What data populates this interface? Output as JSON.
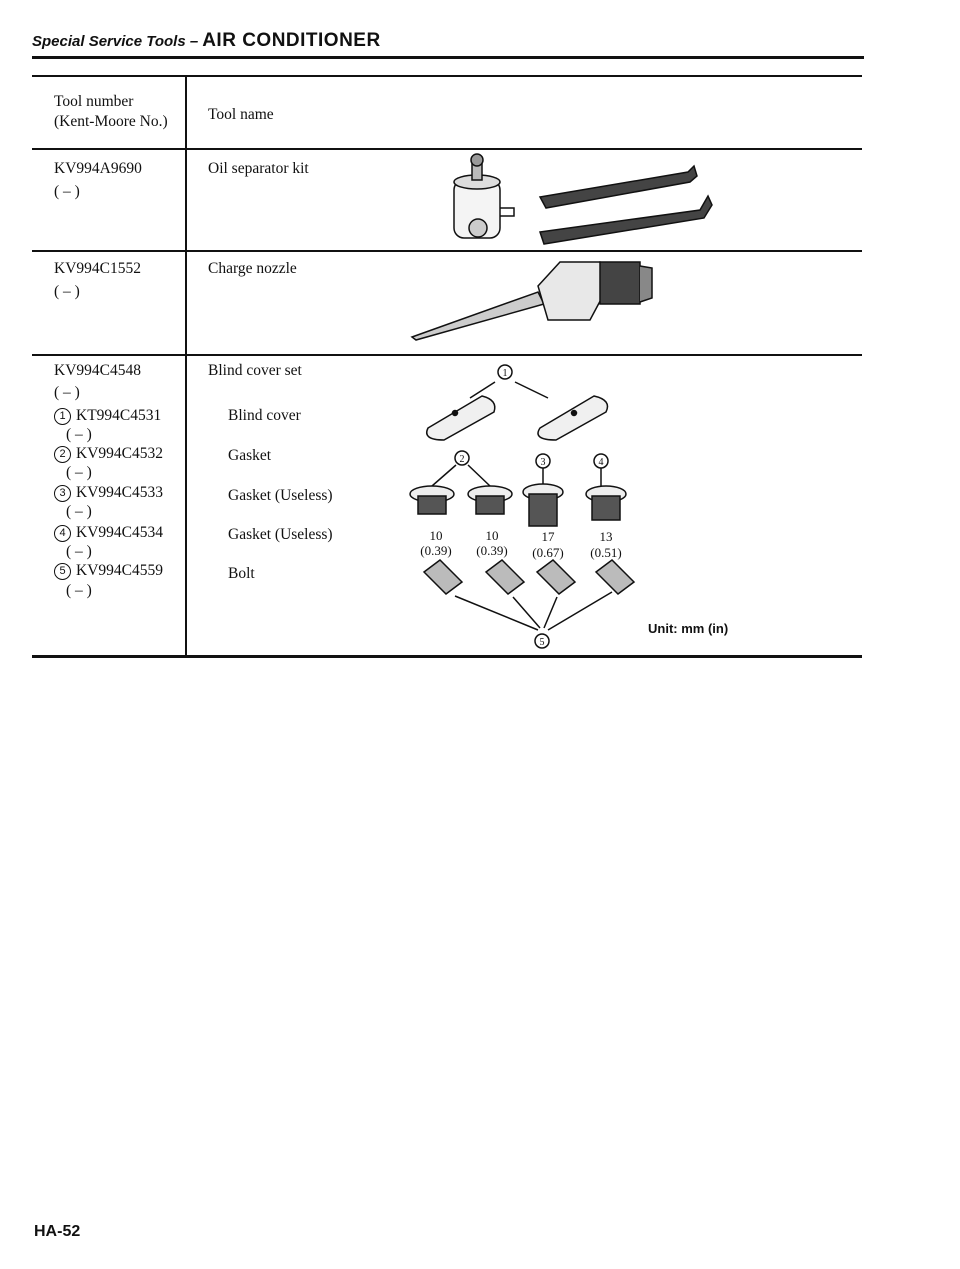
{
  "header": {
    "section": "Special Service Tools –",
    "chapter": "AIR CONDITIONER"
  },
  "table": {
    "col_headers": {
      "number_line1": "Tool number",
      "number_line2": "(Kent-Moore No.)",
      "name": "Tool name"
    },
    "rows": [
      {
        "number": "KV994A9690",
        "km": "( – )",
        "name": "Oil separator kit"
      },
      {
        "number": "KV994C1552",
        "km": "( – )",
        "name": "Charge nozzle"
      },
      {
        "number": "KV994C4548",
        "km": "( – )",
        "name": "Blind cover set",
        "parts": [
          {
            "marker": "1",
            "number": "KT994C4531",
            "km": "( – )",
            "name": "Blind cover"
          },
          {
            "marker": "2",
            "number": "KV994C4532",
            "km": "( – )",
            "name": "Gasket"
          },
          {
            "marker": "3",
            "number": "KV994C4533",
            "km": "( – )",
            "name": "Gasket (Useless)"
          },
          {
            "marker": "4",
            "number": "KV994C4534",
            "km": "( – )",
            "name": "Gasket (Useless)"
          },
          {
            "marker": "5",
            "number": "KV994C4559",
            "km": "( – )",
            "name": "Bolt"
          }
        ]
      }
    ]
  },
  "illustration": {
    "markers": [
      "1",
      "2",
      "3",
      "4",
      "5"
    ],
    "dims": [
      {
        "mm": "10",
        "in": "(0.39)"
      },
      {
        "mm": "10",
        "in": "(0.39)"
      },
      {
        "mm": "17",
        "in": "(0.67)"
      },
      {
        "mm": "13",
        "in": "(0.51)"
      }
    ],
    "unit": "Unit: mm (in)"
  },
  "footer": {
    "page": "HA-52"
  }
}
